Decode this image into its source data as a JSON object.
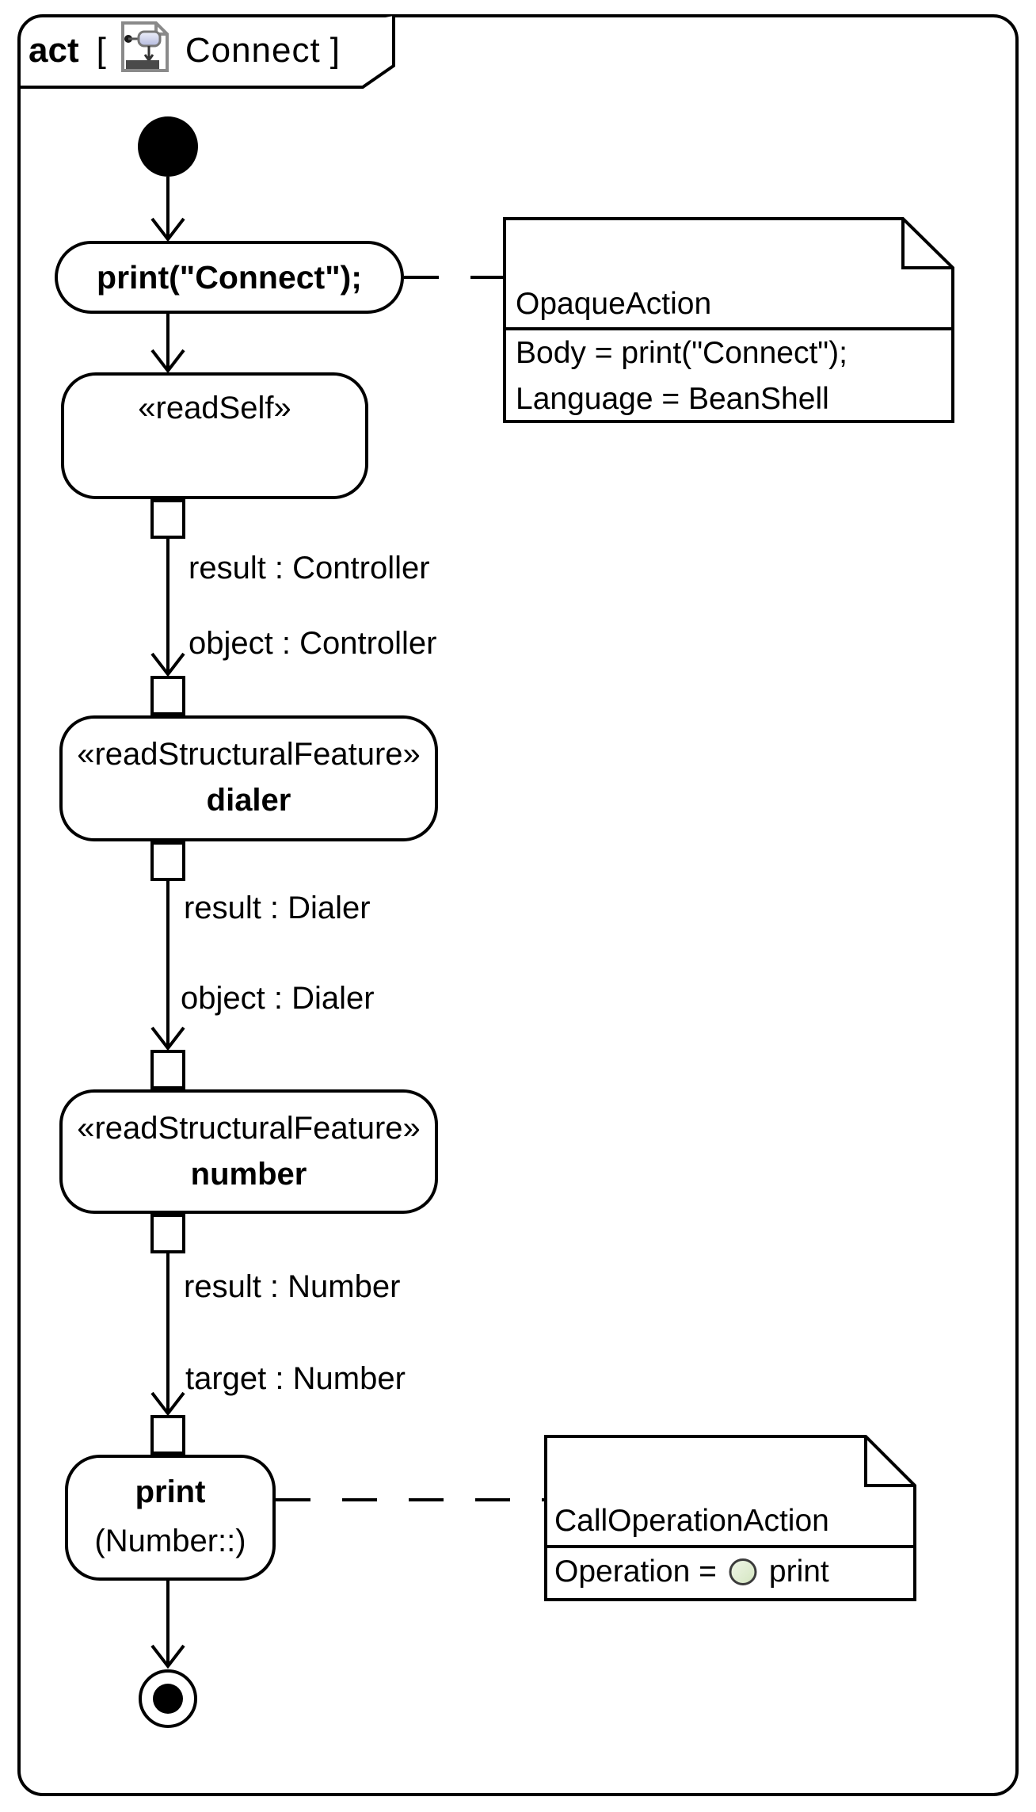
{
  "frame": {
    "keyword": "act",
    "open_bracket": "[",
    "close_bracket": "]",
    "diagram_name": "Connect"
  },
  "nodes": {
    "action_print_connect": {
      "label": "print(\"Connect\");"
    },
    "read_self": {
      "stereotype": "«readSelf»"
    },
    "read_dialer": {
      "stereotype": "«readStructuralFeature»",
      "name": "dialer"
    },
    "read_number": {
      "stereotype": "«readStructuralFeature»",
      "name": "number"
    },
    "call_print": {
      "name": "print",
      "signature": "(Number::)"
    }
  },
  "edge_labels": {
    "result_controller": "result : Controller",
    "object_controller": "object : Controller",
    "result_dialer": "result : Dialer",
    "object_dialer": "object : Dialer",
    "result_number": "result : Number",
    "target_number": "target : Number"
  },
  "notes": {
    "opaque_action": {
      "title": "OpaqueAction",
      "line1": "Body = print(\"Connect\");",
      "line2": "Language = BeanShell"
    },
    "call_operation_action": {
      "title": "CallOperationAction",
      "property": "Operation =",
      "value": "print"
    }
  },
  "colors": {
    "stroke": "#000000",
    "operation_icon_fill": "#d9e9c6",
    "operation_icon_stroke": "#3b3b3b",
    "activity_icon_page_stroke": "#8a8a8a",
    "activity_icon_bar_fill": "#4a4a4a",
    "activity_icon_node_fill": "#c6cbe8"
  }
}
